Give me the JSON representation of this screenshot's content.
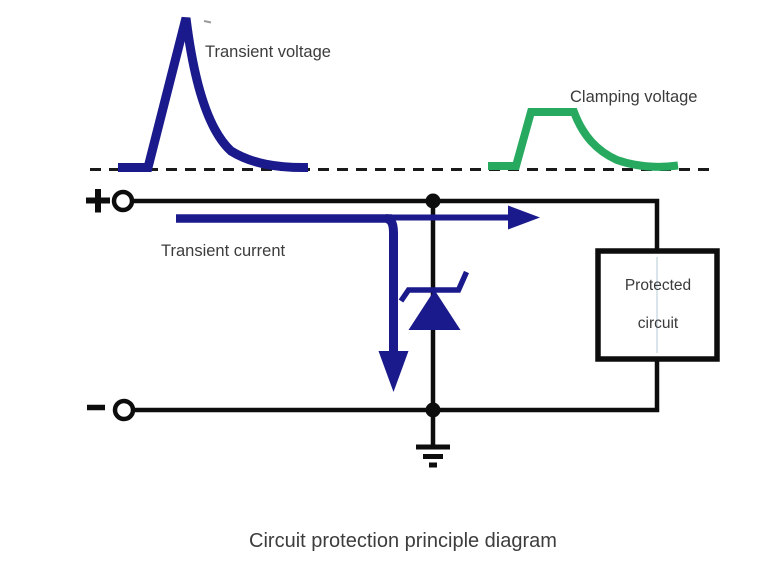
{
  "diagram": {
    "title_caption": "Circuit protection principle diagram",
    "labels": {
      "transient_voltage": "Transient voltage",
      "clamping_voltage": "Clamping voltage",
      "transient_current": "Transient current",
      "protected_line1": "Protected",
      "protected_line2": "circuit"
    },
    "terminals": {
      "positive_symbol": "+",
      "negative_symbol": "-"
    },
    "components": [
      "positive-terminal",
      "negative-terminal",
      "tvs-zener-diode",
      "protected-circuit-box",
      "ground-symbol",
      "baseline-dashed",
      "transient-voltage-waveform",
      "clamping-voltage-waveform",
      "transient-current-arrows"
    ],
    "colors": {
      "waveform_blue": "#1a1a8c",
      "waveform_green": "#27aa5f",
      "wire_black": "#0d0d0d",
      "label_gray": "#3c3c3c",
      "dashed_line": "#1a1a1a"
    }
  }
}
